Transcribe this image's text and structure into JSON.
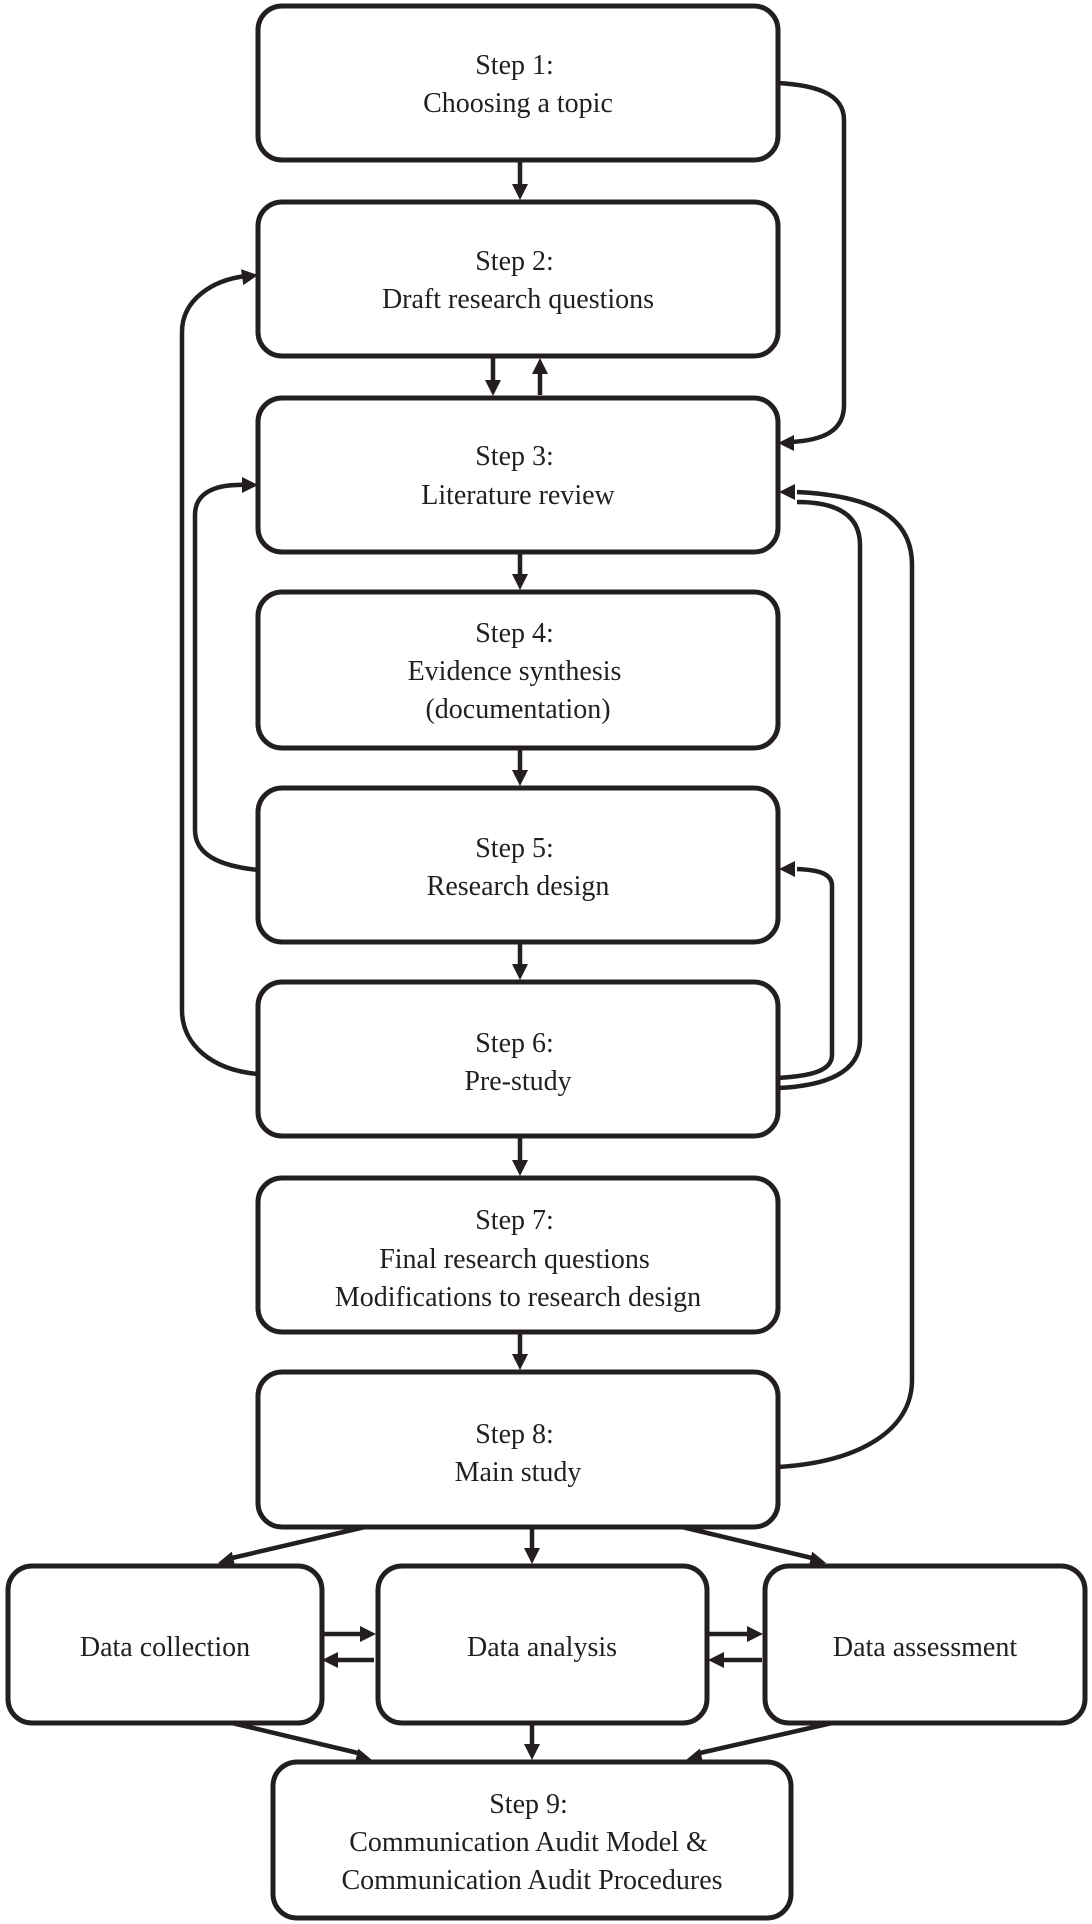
{
  "diagram": {
    "steps": {
      "s1": [
        "Step 1:",
        "Choosing a topic"
      ],
      "s2": [
        "Step 2:",
        "Draft research questions"
      ],
      "s3": [
        "Step 3:",
        "Literature review"
      ],
      "s4": [
        "Step 4:",
        "Evidence synthesis",
        "(documentation)"
      ],
      "s5": [
        "Step 5:",
        "Research design"
      ],
      "s6": [
        "Step 6:",
        "Pre-study"
      ],
      "s7": [
        "Step 7:",
        "Final research questions",
        "Modifications to research design"
      ],
      "s8": [
        "Step 8:",
        "Main study"
      ],
      "collect": [
        "Data collection"
      ],
      "analysis": [
        "Data analysis"
      ],
      "assess": [
        "Data assessment"
      ],
      "s9": [
        "Step 9:",
        "Communication Audit Model &",
        "Communication Audit Procedures"
      ]
    },
    "connections": [
      {
        "from": "s1",
        "to": "s2"
      },
      {
        "from": "s1",
        "to": "s3"
      },
      {
        "from": "s2",
        "to": "s3"
      },
      {
        "from": "s3",
        "to": "s2"
      },
      {
        "from": "s3",
        "to": "s4"
      },
      {
        "from": "s4",
        "to": "s5"
      },
      {
        "from": "s5",
        "to": "s3"
      },
      {
        "from": "s5",
        "to": "s6"
      },
      {
        "from": "s6",
        "to": "s2"
      },
      {
        "from": "s6",
        "to": "s5"
      },
      {
        "from": "s6",
        "to": "s3"
      },
      {
        "from": "s6",
        "to": "s7"
      },
      {
        "from": "s7",
        "to": "s8"
      },
      {
        "from": "s8",
        "to": "s3"
      },
      {
        "from": "s8",
        "to": "collect"
      },
      {
        "from": "s8",
        "to": "analysis"
      },
      {
        "from": "s8",
        "to": "assess"
      },
      {
        "from": "collect",
        "to": "analysis"
      },
      {
        "from": "analysis",
        "to": "collect"
      },
      {
        "from": "analysis",
        "to": "assess"
      },
      {
        "from": "assess",
        "to": "analysis"
      },
      {
        "from": "collect",
        "to": "s9"
      },
      {
        "from": "analysis",
        "to": "s9"
      },
      {
        "from": "assess",
        "to": "s9"
      }
    ]
  }
}
